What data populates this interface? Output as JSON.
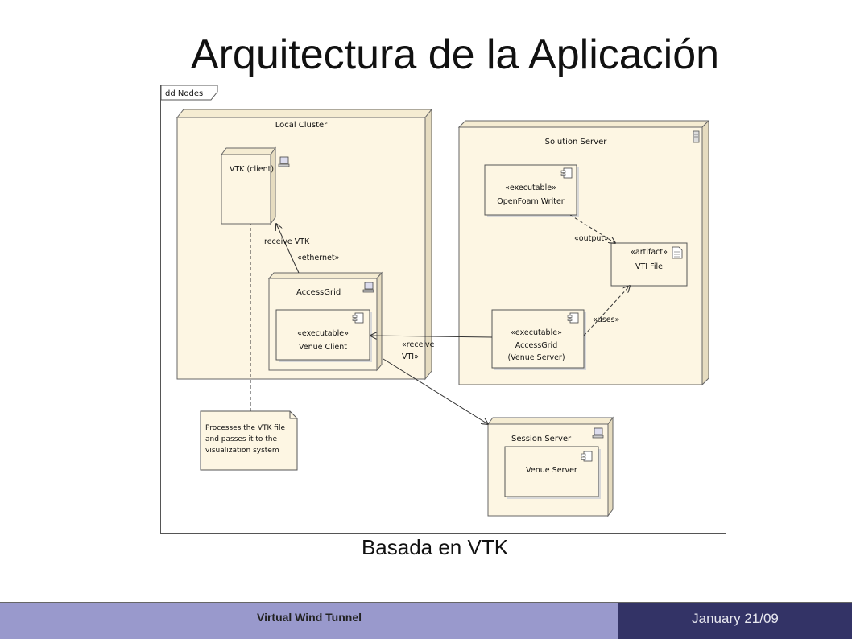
{
  "slide": {
    "title": "Arquitectura de la Aplicación",
    "caption": "Basada en VTK"
  },
  "diagram": {
    "frame_label": "dd Nodes",
    "nodes": {
      "local_cluster": "Local Cluster",
      "solution_server": "Solution Server",
      "vtk_client": "VTK (client)",
      "access_grid": "AccessGrid",
      "session_server": "Session Server"
    },
    "components": {
      "venue_client": {
        "stereotype": "«executable»",
        "name": "Venue Client"
      },
      "openfoam_writer": {
        "stereotype": "«executable»",
        "name": "OpenFoam Writer"
      },
      "vti_file": {
        "stereotype": "«artifact»",
        "name": "VTI File"
      },
      "accessgrid_venue": {
        "stereotype": "«executable»",
        "name_line1": "AccessGrid",
        "name_line2": "(Venue Server)"
      },
      "venue_server": {
        "name": "Venue Server"
      }
    },
    "edges": {
      "receive_vtk": "receive VTK",
      "ethernet": "«ethernet»",
      "output": "«output»",
      "uses": "«uses»",
      "receive_vti_line1": "«receive",
      "receive_vti_line2": "VTI»"
    },
    "note": {
      "line1": "Processes the VTK file",
      "line2": "and passes it to the",
      "line3": "visualization system"
    },
    "colors": {
      "node_fill": "#fdf6e3",
      "node_side": "#efe6cf",
      "stroke": "#444444"
    }
  },
  "footer": {
    "left_text": "Virtual Wind Tunnel",
    "right_text": "January 21/09"
  }
}
